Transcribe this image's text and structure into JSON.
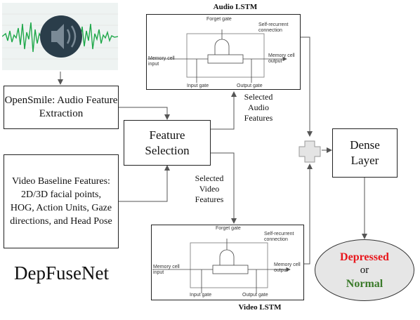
{
  "title": "DepFuseNet",
  "icons": {
    "audio": "audio-waveform-speaker-icon",
    "combine": "plus-combine-icon"
  },
  "nodes": {
    "opensmile": "OpenSmile: Audio Feature Extraction",
    "feature_selection": "Feature Selection",
    "video_features": "Video Baseline Features: 2D/3D facial points, HOG, Action Units, Gaze directions, and Head Pose",
    "dense_layer": "Dense Layer"
  },
  "edge_labels": {
    "selected_audio": "Selected Audio Features",
    "selected_video": "Selected Video Features"
  },
  "lstm_audio": {
    "title": "Audio LSTM",
    "forget_gate": "Forget gate",
    "self_recurrent": "Self-recurrent connection",
    "memory_input": "Memory cell input",
    "memory_output": "Memory cell output",
    "input_gate": "Input gate",
    "output_gate": "Output gate"
  },
  "lstm_video": {
    "title": "Video LSTM",
    "forget_gate": "Forget gate",
    "self_recurrent": "Self-recurrent connection",
    "memory_input": "Memory cell input",
    "memory_output": "Memory cell output",
    "input_gate": "Input gate",
    "output_gate": "Output gate"
  },
  "output": {
    "depressed": "Depressed",
    "or": "or",
    "normal": "Normal"
  },
  "colors": {
    "depressed": "#e8161c",
    "normal": "#3a7a2a",
    "output_fill": "#e6e6e6",
    "waveform": "#1fa84a"
  }
}
